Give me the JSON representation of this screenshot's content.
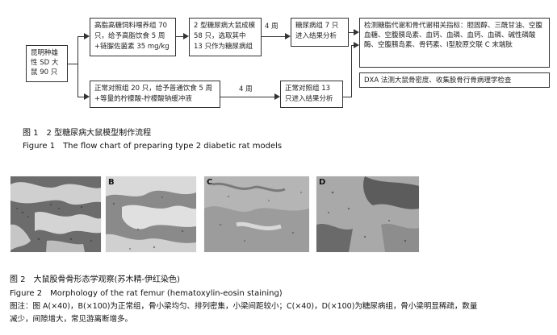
{
  "figure1": {
    "nodes": {
      "rats": "昆明种雄性 SD 大鼠 90 只",
      "hfd": "高脂高糖饲料喂养组 70 只，给予高脂饮食 5 周+链脲佐菌素 35 mg/kg",
      "model": "2 型糖尿病大鼠成模 58 只，选取其中 13 只作为糖尿病组",
      "dm_group": "糖尿病组 7 只进入结果分析",
      "indicators": "检测糖脂代谢和骨代谢相关指标：胆固醇、三酰甘油、空腹血糖、空腹胰岛素、血钙、血磷、血钙、血磷、碱性磷酸酶、空腹胰岛素、骨钙素、Ⅰ型胶原交联 C 末端肽",
      "dxa": "DXA 法测大鼠骨密度、收集股骨行骨病理学检查",
      "normal": "正常对照组 20 只，给予普通饮食 5 周+等量的柠檬酸-柠檬酸钠缓冲液",
      "normal_final": "正常对照组 13 只进入结果分析"
    },
    "edge_labels": {
      "weeks_top": "4 周",
      "weeks_bottom": "4 周"
    },
    "caption_cn": "图 1　2 型糖尿病大鼠模型制作流程",
    "caption_en": "Figure 1　The flow chart of preparing type 2 diabetic rat models"
  },
  "figure2": {
    "panels": [
      {
        "label": ""
      },
      {
        "label": "B"
      },
      {
        "label": "C"
      },
      {
        "label": "D"
      }
    ],
    "caption_cn": "图 2　大鼠股骨骨形态学观察(苏木精-伊红染色)",
    "caption_en": "Figure 2　Morphology of the rat femur (hematoxylin-eosin staining)",
    "note_line1": "图注：图 A(×40)，B(×100)为正常组，骨小梁均匀、排列密集，小梁间距较小；C(×40)，D(×100)为糖尿病组，骨小梁明显稀疏，数量",
    "note_line2": "减少，间隙增大，常见游离断增多。"
  }
}
